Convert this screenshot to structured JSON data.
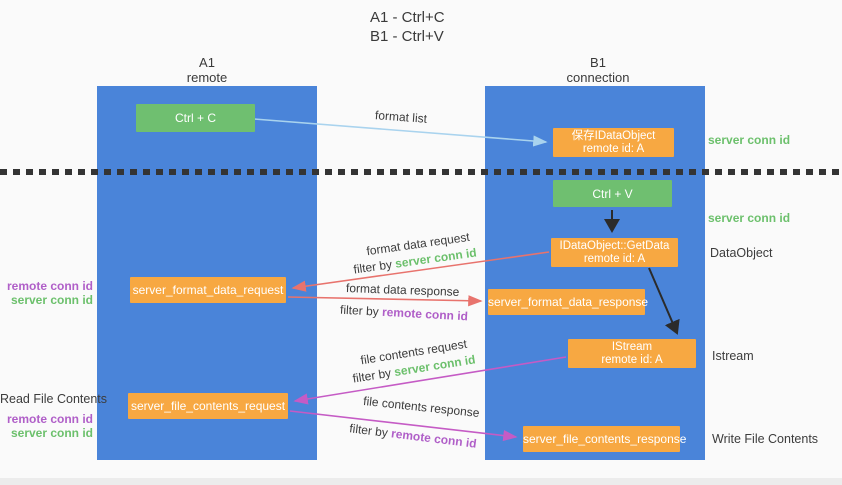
{
  "title": {
    "line1": "A1 - Ctrl+C",
    "line2": "B1 - Ctrl+V"
  },
  "columns": {
    "left": {
      "id": "A1",
      "name": "remote"
    },
    "right": {
      "id": "B1",
      "name": "connection"
    }
  },
  "nodes": {
    "ctrl_c": "Ctrl + C",
    "save_idataobject": {
      "line1": "保存IDataObject",
      "line2": "remote id: A"
    },
    "ctrl_v": "Ctrl + V",
    "getdata": {
      "line1": "IDataObject::GetData",
      "line2": "remote id: A"
    },
    "server_format_data_request": "server_format_data_request",
    "server_format_data_response": "server_format_data_response",
    "istream": {
      "line1": "IStream",
      "line2": "remote id: A"
    },
    "server_file_contents_request": "server_file_contents_request",
    "server_file_contents_response": "server_file_contents_response"
  },
  "side_labels": {
    "server_conn_id_top": "server conn id",
    "server_conn_id_mid": "server conn id",
    "dataobject": "DataObject",
    "istream": "Istream",
    "write_file_contents": "Write File Contents",
    "read_file_contents": "Read File Contents",
    "remote_conn_id_1": "remote conn id",
    "server_conn_id_1": "server conn id",
    "remote_conn_id_2": "remote conn id",
    "server_conn_id_2": "server conn id"
  },
  "flow_labels": {
    "format_list": "format list",
    "format_data_request": "format data request",
    "filter_by_1": "filter by ",
    "filter_value_1": "server conn id",
    "format_data_response": "format data response",
    "filter_by_2": "filter by ",
    "filter_value_2": "remote conn id",
    "file_contents_request": "file contents request",
    "filter_by_3": "filter by ",
    "filter_value_3": "server conn id",
    "file_contents_response": "file contents response",
    "filter_by_4": "filter by ",
    "filter_value_4": "remote conn id"
  },
  "colors": {
    "lifeline_blue": "#4a84d9",
    "node_green": "#6fbf70",
    "node_orange": "#f7a842",
    "arrow_lightblue": "#a9d3ee",
    "arrow_red": "#e8736d",
    "arrow_magenta": "#c55bc5",
    "arrow_black": "#2b2b2b",
    "text_green": "#6cc06c",
    "text_purple": "#b05fc8",
    "background": "#fafafa"
  }
}
